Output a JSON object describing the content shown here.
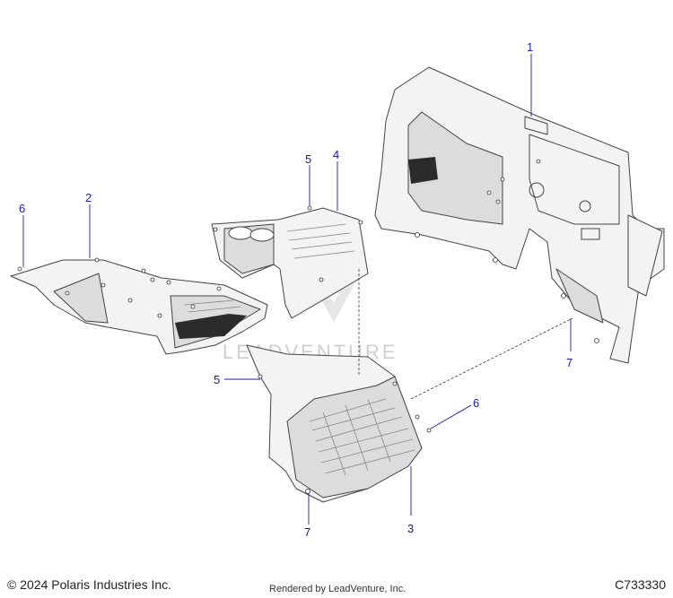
{
  "diagram": {
    "callouts": [
      {
        "id": "c1",
        "label": "1"
      },
      {
        "id": "c2",
        "label": "2"
      },
      {
        "id": "c3",
        "label": "3"
      },
      {
        "id": "c4",
        "label": "4"
      },
      {
        "id": "c5a",
        "label": "5"
      },
      {
        "id": "c5b",
        "label": "5"
      },
      {
        "id": "c6a",
        "label": "6"
      },
      {
        "id": "c6b",
        "label": "6"
      },
      {
        "id": "c7a",
        "label": "7"
      },
      {
        "id": "c7b",
        "label": "7"
      }
    ],
    "watermark": "LEADVENTURE"
  },
  "footer": {
    "copyright": "© 2024 Polaris Industries Inc.",
    "rendered_by": "Rendered by LeadVenture, Inc.",
    "diagram_id": "C733330"
  },
  "colors": {
    "callout": "#1a1aa0",
    "outline": "#444444",
    "panel_fill": "#f3f3f3"
  }
}
